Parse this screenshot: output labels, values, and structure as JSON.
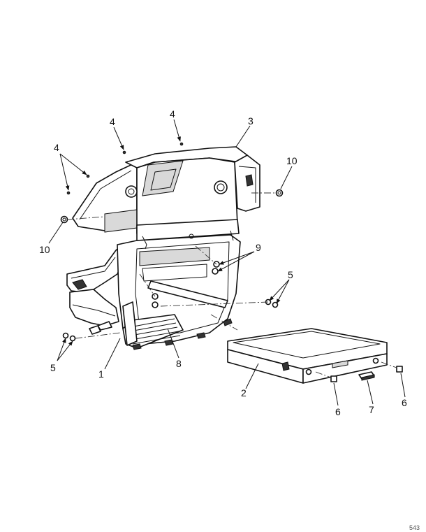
{
  "callouts": {
    "c1": "1",
    "c2": "2",
    "c3": "3",
    "c4a": "4",
    "c4b": "4",
    "c4c": "4",
    "c5a": "5",
    "c5b": "5",
    "c6a": "6",
    "c6b": "6",
    "c7": "7",
    "c8": "8",
    "c9": "9",
    "c10a": "10",
    "c10b": "10"
  },
  "figure_id": "543"
}
